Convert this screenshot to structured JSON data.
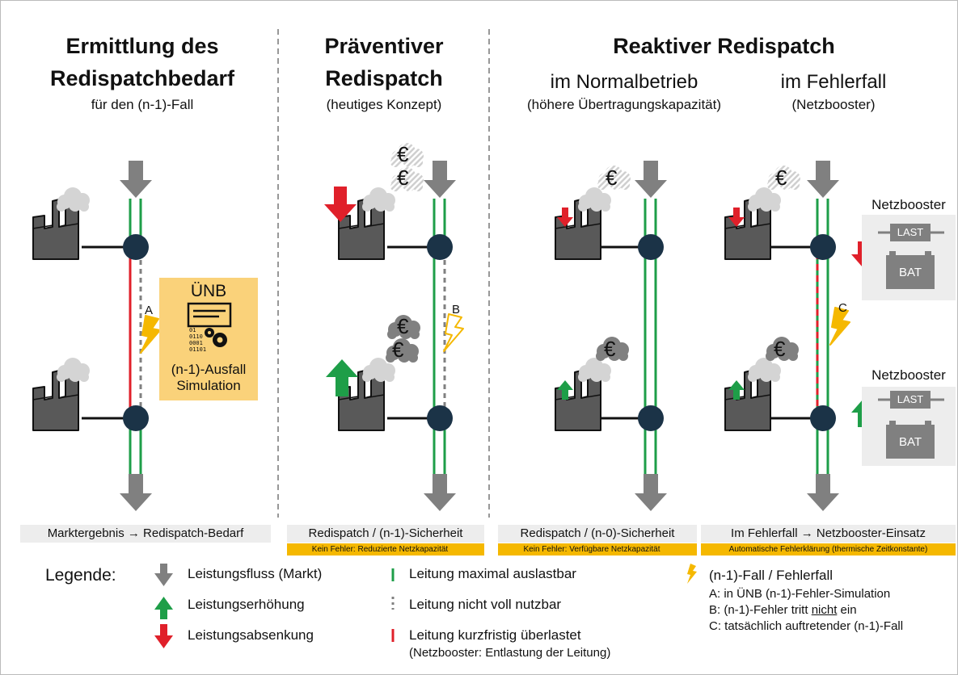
{
  "sections": {
    "s1": {
      "title_line1": "Ermittlung des",
      "title_line2": "Redispatchbedarf",
      "subtitle": "für den (n-1)-Fall",
      "footer": "Marktergebnis → Redispatch-Bedarf"
    },
    "s2": {
      "title_line1": "Präventiver",
      "title_line2": "Redispatch",
      "subtitle": "(heutiges Konzept)",
      "footer": "Redispatch / (n-1)-Sicherheit",
      "note": "Kein Fehler: Reduzierte Netzkapazität"
    },
    "s3": {
      "title": "Reaktiver Redispatch",
      "left_title": "im Normalbetrieb",
      "left_subtitle": "(höhere Übertragungskapazität)",
      "right_title": "im Fehlerfall",
      "right_subtitle": "(Netzbooster)",
      "footer_left": "Redispatch / (n-0)-Sicherheit",
      "note_left": "Kein Fehler: Verfügbare Netzkapazität",
      "footer_right": "Im Fehlerfall → Netzbooster-Einsatz",
      "note_right": "Automatische Fehlerklärung (thermische Zeitkonstante)"
    }
  },
  "uenb_box": {
    "title": "ÜNB",
    "bits": [
      "01",
      "0110",
      "0001",
      "01101"
    ],
    "label_line1": "(n-1)-Ausfall",
    "label_line2": "Simulation"
  },
  "fault_labels": {
    "a": "A",
    "b": "B",
    "c": "C"
  },
  "currency_symbol": "€",
  "netzbooster": {
    "label": "Netzbooster",
    "last": "LAST",
    "bat": "BAT"
  },
  "legend": {
    "title": "Legende:",
    "flow": "Leistungsfluss (Markt)",
    "increase": "Leistungserhöhung",
    "decrease": "Leistungsabsenkung",
    "line_max": "Leitung maximal auslastbar",
    "line_partial": "Leitung nicht voll nutzbar",
    "line_overload": "Leitung kurzfristig überlastet",
    "line_overload_note": "(Netzbooster: Entlastung der Leitung)",
    "fault_title": "(n-1)-Fall / Fehlerfall",
    "fault_a_prefix": "A: in ÜNB (n-1)-Fehler-Simulation",
    "fault_b_prefix": "B: (n-1)-Fehler tritt ",
    "fault_b_emph": "nicht",
    "fault_b_suffix": " ein",
    "fault_c": "C: tatsächlich auftretender (n-1)-Fall"
  },
  "colors": {
    "green_line": "#1e9e48",
    "red_line": "#e0202a",
    "arrow_gray": "#808080",
    "node": "#1b3347",
    "plant": "#595959",
    "highlight": "#f5b800",
    "uenb_bg": "#fad27a",
    "bolt": "#f5b800"
  }
}
